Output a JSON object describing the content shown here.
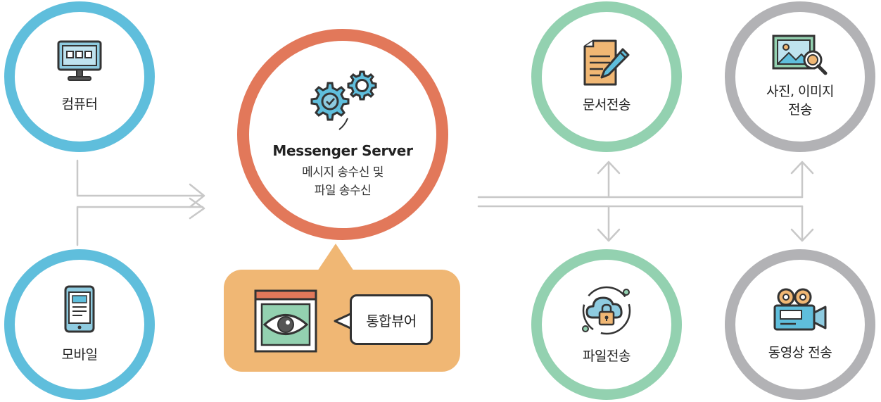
{
  "nodes": {
    "computer": {
      "label": "컴퓨터",
      "icon": "monitor-icon"
    },
    "mobile": {
      "label": "모바일",
      "icon": "smartphone-icon"
    },
    "server": {
      "title": "Messenger Server",
      "desc_line1": "메시지 송수신 및",
      "desc_line2": "파일 송수신",
      "icon": "gears-icon"
    },
    "document": {
      "label": "문서전송",
      "icon": "document-pen-icon"
    },
    "photo": {
      "label_line1": "사진, 이미지",
      "label_line2": "전송",
      "icon": "image-search-icon"
    },
    "file": {
      "label": "파일전송",
      "icon": "cloud-lock-icon"
    },
    "video": {
      "label": "동영상 전송",
      "icon": "video-camera-icon"
    }
  },
  "viewer": {
    "label": "통합뷰어",
    "icon": "eye-window-icon"
  },
  "colors": {
    "client_ring": "#5fbedc",
    "server_ring": "#e2785a",
    "transfer_ring_doc": "#93d1b0",
    "transfer_ring_media": "#b2b2b5",
    "viewer_bubble": "#f0b774",
    "connector": "#c8c8c8"
  }
}
